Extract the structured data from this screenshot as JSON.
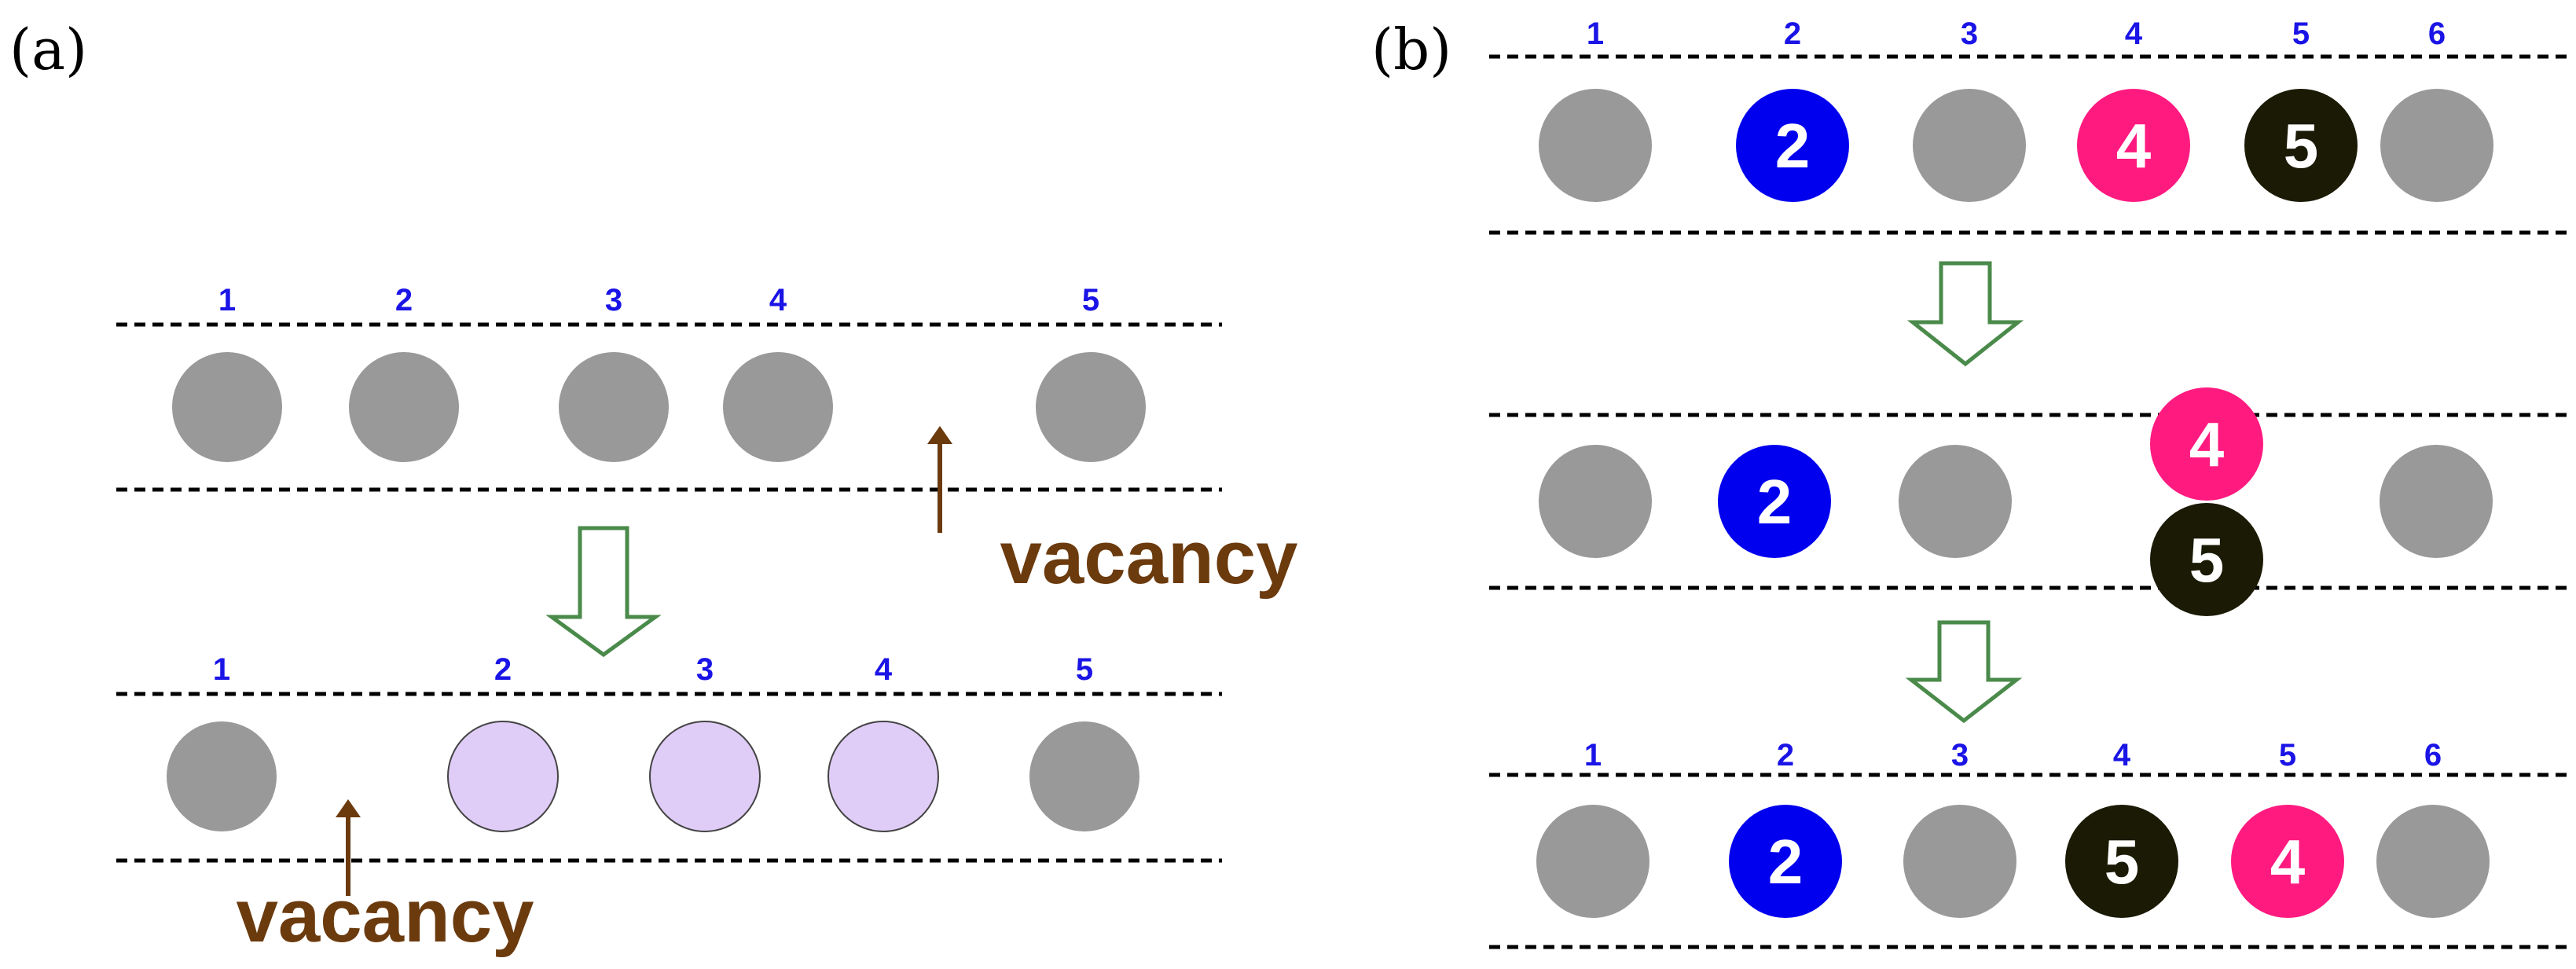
{
  "panels": [
    {
      "id": "a",
      "label": "(a)"
    },
    {
      "id": "b",
      "label": "(b)"
    }
  ],
  "colors": {
    "grey": "#999999",
    "highlight": "#e0cdf7",
    "blue": "#0000ee",
    "pink": "#ff1a80",
    "black": "#1a1a05",
    "site_number": "#1a14e6",
    "vacancy": "#6b3a0d",
    "arrow": "#4a8a4a"
  },
  "vacancy_label": "vacancy",
  "panel_a": {
    "row1_sites": [
      "1",
      "2",
      "3",
      "4",
      "5"
    ],
    "row2_sites": [
      "1",
      "2",
      "3",
      "4",
      "5"
    ]
  },
  "panel_b": {
    "row1_sites": [
      "1",
      "2",
      "3",
      "4",
      "5",
      "6"
    ],
    "row1_particles": [
      "2",
      "4",
      "5"
    ],
    "row2_particles": [
      "2",
      "4",
      "5"
    ],
    "row3_sites": [
      "1",
      "2",
      "3",
      "4",
      "5",
      "6"
    ],
    "row3_particles": [
      "2",
      "5",
      "4"
    ]
  }
}
